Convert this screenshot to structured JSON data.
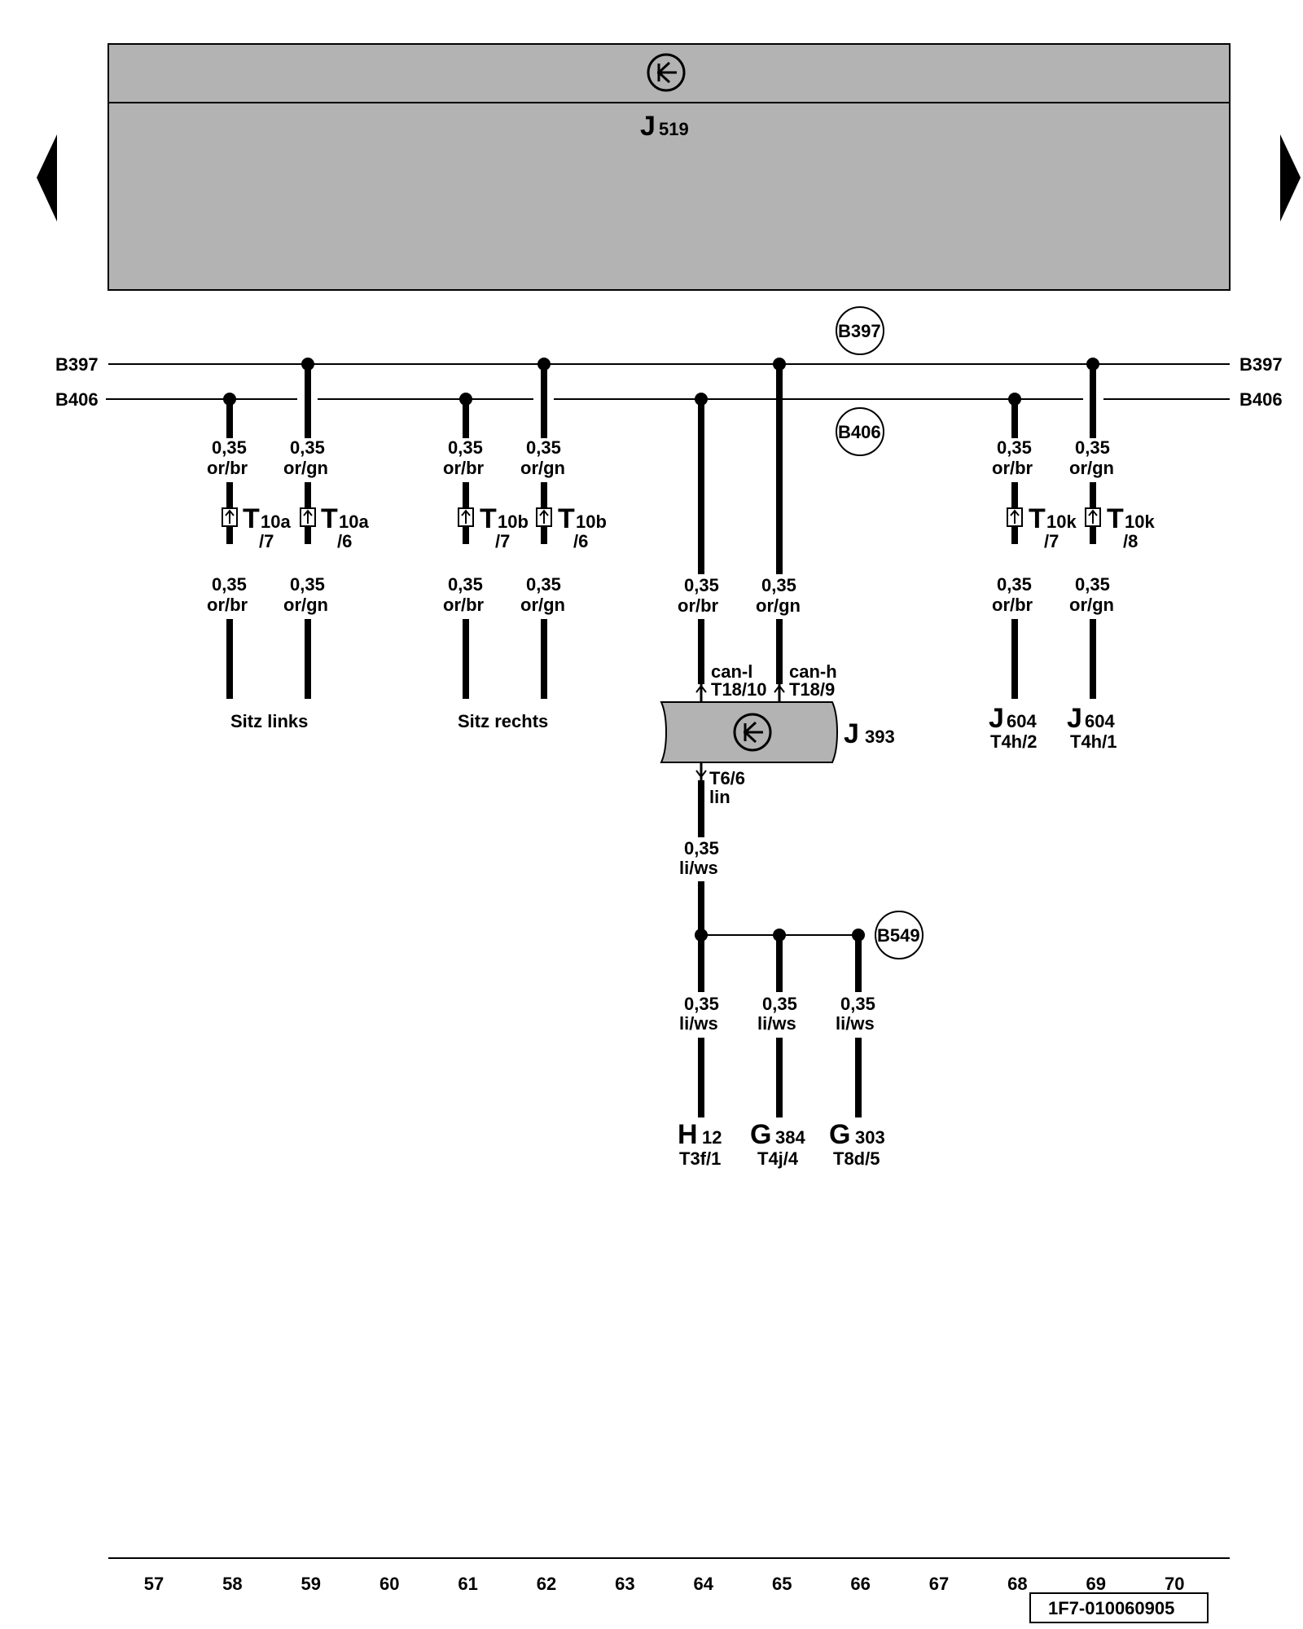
{
  "nav": {
    "prev_label": "previous page",
    "next_label": "next page"
  },
  "top_module": {
    "name": "J",
    "number": "519"
  },
  "buses": {
    "b397_left": "B397",
    "b397_right": "B397",
    "b397_bubble": "B397",
    "b406_left": "B406",
    "b406_right": "B406",
    "b406_bubble": "B406",
    "b549_bubble": "B549"
  },
  "wires": [
    {
      "upper": [
        "0,35",
        "or/br"
      ],
      "connector": "T",
      "conn_sub": "10a",
      "pin": "/7",
      "lower": [
        "0,35",
        "or/br"
      ]
    },
    {
      "upper": [
        "0,35",
        "or/gn"
      ],
      "connector": "T",
      "conn_sub": "10a",
      "pin": "/6",
      "lower": [
        "0,35",
        "or/gn"
      ]
    },
    {
      "upper": [
        "0,35",
        "or/br"
      ],
      "connector": "T",
      "conn_sub": "10b",
      "pin": "/7",
      "lower": [
        "0,35",
        "or/br"
      ]
    },
    {
      "upper": [
        "0,35",
        "or/gn"
      ],
      "connector": "T",
      "conn_sub": "10b",
      "pin": "/6",
      "lower": [
        "0,35",
        "or/gn"
      ]
    },
    {
      "upper": [
        "0,35",
        "or/br"
      ],
      "connector": "T",
      "conn_sub": "10k",
      "pin": "/7",
      "lower": [
        "0,35",
        "or/br"
      ]
    },
    {
      "upper": [
        "0,35",
        "or/gn"
      ],
      "connector": "T",
      "conn_sub": "10k",
      "pin": "/8",
      "lower": [
        "0,35",
        "or/gn"
      ]
    }
  ],
  "destinations": {
    "sitz_links": "Sitz links",
    "sitz_rechts": "Sitz rechts",
    "j604_a": {
      "name": "J",
      "number": "604",
      "pin": "T4h/2"
    },
    "j604_b": {
      "name": "J",
      "number": "604",
      "pin": "T4h/1"
    }
  },
  "center": {
    "wire_l": [
      "0,35",
      "or/br"
    ],
    "wire_h": [
      "0,35",
      "or/gn"
    ],
    "can_l": "can-l",
    "can_l_pin": "T18/10",
    "can_h": "can-h",
    "can_h_pin": "T18/9",
    "module": {
      "name": "J",
      "number": "393"
    },
    "lin_pin": "T6/6",
    "lin": "lin",
    "lin_wire": [
      "0,35",
      "li/ws"
    ]
  },
  "lin_branches": [
    {
      "wire": [
        "0,35",
        "li/ws"
      ],
      "name": "H",
      "number": "12",
      "pin": "T3f/1"
    },
    {
      "wire": [
        "0,35",
        "li/ws"
      ],
      "name": "G",
      "number": "384",
      "pin": "T4j/4"
    },
    {
      "wire": [
        "0,35",
        "li/ws"
      ],
      "name": "G",
      "number": "303",
      "pin": "T8d/5"
    }
  ],
  "ruler": [
    "57",
    "58",
    "59",
    "60",
    "61",
    "62",
    "63",
    "64",
    "65",
    "66",
    "67",
    "68",
    "69",
    "70"
  ],
  "doc_code": "1F7-010060905"
}
